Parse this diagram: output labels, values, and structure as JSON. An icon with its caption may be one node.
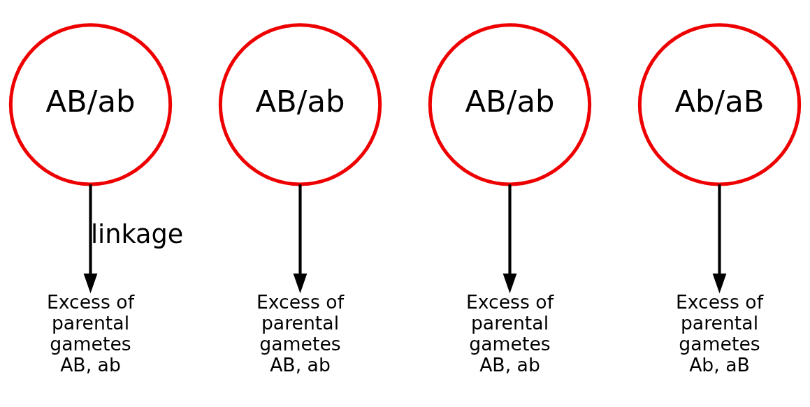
{
  "diagram": {
    "nodes": [
      {
        "text": [
          "AB/ab"
        ]
      },
      {
        "text": [
          "AB/ab"
        ]
      },
      {
        "text": [
          "AB/ab"
        ]
      },
      {
        "text": [
          "Ab/aB"
        ]
      },
      {
        "text": [
          "Excess of parental gametes AB, ab"
        ]
      },
      {
        "text": [
          "Excess of parental gametes AB, ab"
        ]
      },
      {
        "text": [
          "Excess of parental gametes AB, ab"
        ]
      },
      {
        "text": [
          "Excess of parental gametes Ab, aB"
        ]
      }
    ],
    "edges": [
      {
        "from": 0,
        "to": 4,
        "arrow": "to",
        "label": "linkage"
      },
      {
        "from": 1,
        "to": 5,
        "arrow": "to"
      },
      {
        "from": 2,
        "to": 6,
        "arrow": "to"
      },
      {
        "from": 3,
        "to": 7,
        "arrow": "to"
      }
    ]
  }
}
